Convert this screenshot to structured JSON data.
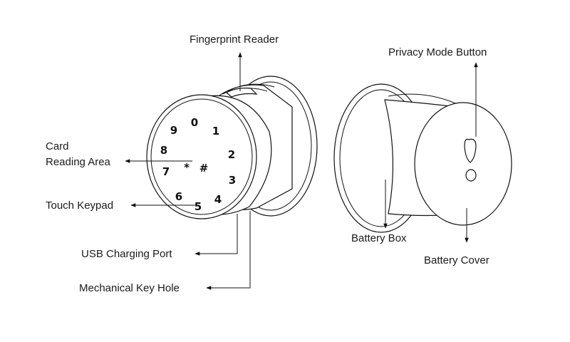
{
  "labels": {
    "fingerprint_reader": "Fingerprint Reader",
    "card_reading_area_line1": "Card",
    "card_reading_area_line2": "Reading Area",
    "touch_keypad": "Touch Keypad",
    "usb_charging_port": "USB Charging Port",
    "mechanical_key_hole": "Mechanical Key Hole",
    "privacy_mode_button": "Privacy Mode Button",
    "battery_box": "Battery Box",
    "battery_cover": "Battery Cover"
  },
  "keypad": {
    "k0": "0",
    "k1": "1",
    "k2": "2",
    "k3": "3",
    "k4": "4",
    "k5": "5",
    "k6": "6",
    "k7": "7",
    "k8": "8",
    "k9": "9",
    "star": "*",
    "hash": "#"
  }
}
